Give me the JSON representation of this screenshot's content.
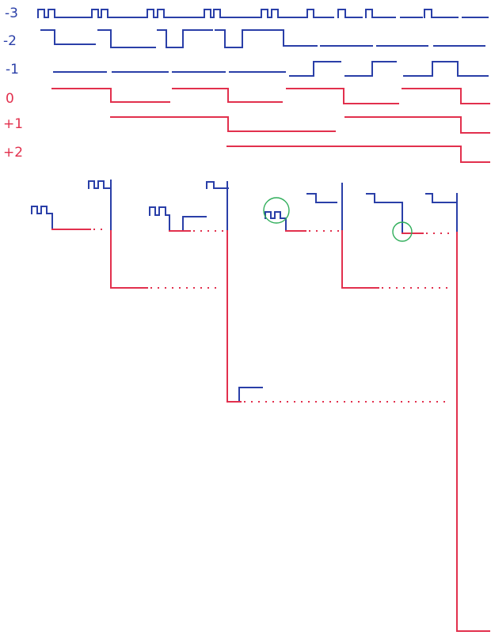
{
  "colors": {
    "negative_levels": "#2a3fa8",
    "nonnegative_levels": "#e2304d",
    "highlight_circle": "#2fae5a",
    "background": "#ffffff"
  },
  "levels": [
    {
      "label": "-3",
      "color_key": "negative_levels"
    },
    {
      "label": "-2",
      "color_key": "negative_levels"
    },
    {
      "label": "-1",
      "color_key": "negative_levels"
    },
    {
      "label": "0",
      "color_key": "nonnegative_levels"
    },
    {
      "label": "+1",
      "color_key": "nonnegative_levels"
    },
    {
      "label": "+2",
      "color_key": "nonnegative_levels"
    }
  ],
  "tree": {
    "highlighted_nodes": 2
  }
}
